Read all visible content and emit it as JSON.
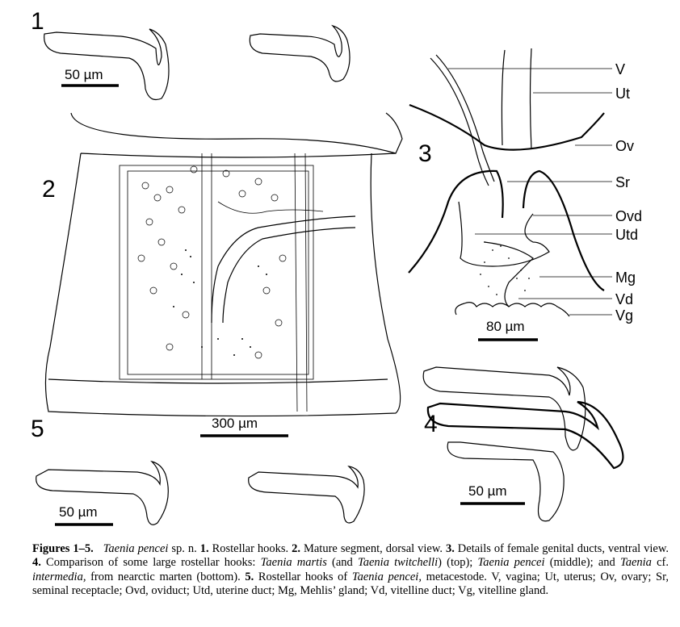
{
  "figure_numbers": [
    "1",
    "2",
    "3",
    "4",
    "5"
  ],
  "scale_bars": {
    "fig1": "50 µm",
    "fig2": "300 µm",
    "fig3": "80 µm",
    "fig4": "50 µm",
    "fig5": "50 µm"
  },
  "fig3_labels": [
    "V",
    "Ut",
    "Ov",
    "Sr",
    "Ovd",
    "Utd",
    "Mg",
    "Vd",
    "Vg"
  ],
  "caption": {
    "title": "Figures 1–5.",
    "t1": "Taenia pencei",
    "t2": " sp. n. ",
    "n1": "1.",
    "t3": " Rostellar hooks. ",
    "n2": "2.",
    "t4": " Mature segment, dorsal view. ",
    "n3": "3.",
    "t5": " Details of female genital ducts, ventral view. ",
    "n4": "4.",
    "t6": " Comparison of some large rostellar hooks: ",
    "t7": "Taenia martis",
    "t8": " (and ",
    "t9": "Taenia twitchelli",
    "t10": ") (top); ",
    "t11": "Taenia pencei",
    "t12": " (middle); and ",
    "t13": "Taenia",
    "t14": " cf. ",
    "t15": "intermedia,",
    "t16": " from nearctic marten (bottom). ",
    "n5": "5.",
    "t17": " Rostellar hooks of ",
    "t18": "Taenia pencei,",
    "t19": " metacestode. V, vagina; Ut, uterus; Ov, ovary; Sr, seminal receptacle; Ovd, oviduct; Utd, uterine duct; Mg, Mehlis’ gland; Vd, vitelline duct; Vg, vitelline gland."
  }
}
